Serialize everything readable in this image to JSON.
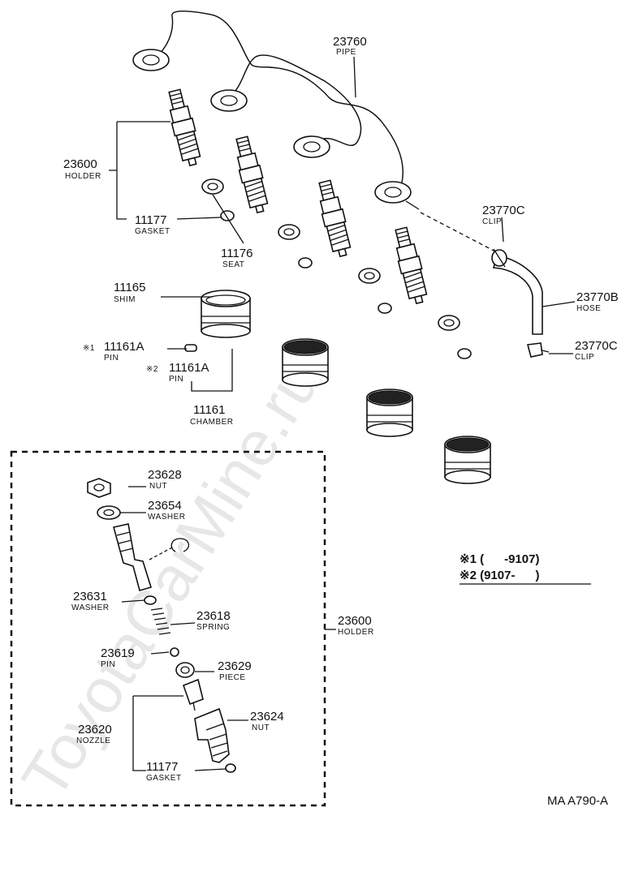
{
  "watermark": "ToyotaCarMine.ru",
  "reference_code": "MA A790-A",
  "legend": {
    "note1": "※1 (      -9107)",
    "note2": "※2 (9107-      )"
  },
  "labels": {
    "pipe": {
      "number": "23760",
      "name": "PIPE"
    },
    "holder_top": {
      "number": "23600",
      "name": "HOLDER"
    },
    "gasket_top": {
      "number": "11177",
      "name": "GASKET"
    },
    "seat": {
      "number": "11176",
      "name": "SEAT"
    },
    "clip_upper": {
      "number": "23770C",
      "name": "CLIP"
    },
    "hose": {
      "number": "23770B",
      "name": "HOSE"
    },
    "clip_lower": {
      "number": "23770C",
      "name": "CLIP"
    },
    "shim": {
      "number": "11165",
      "name": "SHIM"
    },
    "pin1": {
      "mark": "※1",
      "number": "11161A",
      "name": "PIN"
    },
    "pin2": {
      "mark": "※2",
      "number": "11161A",
      "name": "PIN"
    },
    "chamber": {
      "number": "11161",
      "name": "CHAMBER"
    },
    "nut_top": {
      "number": "23628",
      "name": "NUT"
    },
    "washer_top": {
      "number": "23654",
      "name": "WASHER"
    },
    "washer_mid": {
      "number": "23631",
      "name": "WASHER"
    },
    "spring": {
      "number": "23618",
      "name": "SPRING"
    },
    "holder_box": {
      "number": "23600",
      "name": "HOLDER"
    },
    "pin_small": {
      "number": "23619",
      "name": "PIN"
    },
    "piece": {
      "number": "23629",
      "name": "PIECE"
    },
    "nozzle": {
      "number": "23620",
      "name": "NOZZLE"
    },
    "nut_bottom": {
      "number": "23624",
      "name": "NUT"
    },
    "gasket_bottom": {
      "number": "11177",
      "name": "GASKET"
    }
  }
}
